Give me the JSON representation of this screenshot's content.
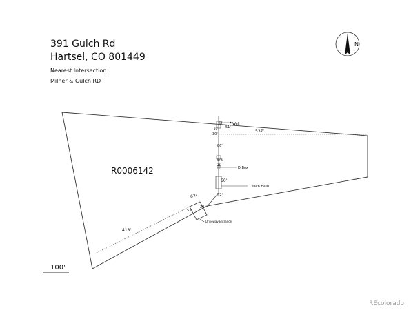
{
  "header": {
    "address_line1": "391 Gulch Rd",
    "address_line2": "Hartsel, CO 801449",
    "intersection_label": "Nearest Intersection:",
    "intersection_value": "Milner & Gulch RD"
  },
  "compass": {
    "north_label": "N"
  },
  "parcel": {
    "id": "R0006142"
  },
  "dimensions": {
    "d_43": "43'",
    "d_51": "51'",
    "d_10": "10'",
    "d_30": "30'",
    "d_537": "537'",
    "d_86": "86'",
    "d_60": "60'",
    "d_12": "12'",
    "d_67": "67'",
    "d_20": "20",
    "d_53": "53'",
    "d_418": "418'",
    "d_tank": "Tank",
    "d_small": "15'"
  },
  "labels": {
    "well": "Well",
    "d_box": "D Box",
    "leach_field": "Leach Field",
    "driveway_entrance": "Driveway Entrance"
  },
  "scale": {
    "label": "100'"
  },
  "watermark": {
    "text": "REcolorado"
  },
  "colors": {
    "line": "#333333",
    "text": "#111111",
    "watermark": "#9a9a9a"
  }
}
